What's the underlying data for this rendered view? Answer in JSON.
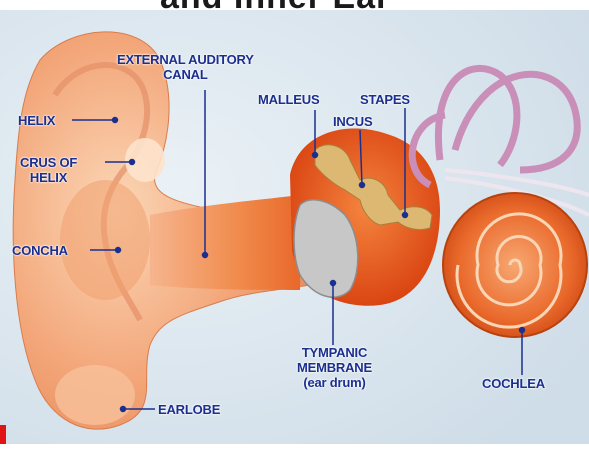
{
  "diagram": {
    "cropped_title": "and Inner Ear",
    "labels": {
      "helix": "HELIX",
      "crus_of_helix": "CRUS OF\nHELIX",
      "concha": "CONCHA",
      "earlobe": "EARLOBE",
      "external_auditory_canal": "EXTERNAL AUDITORY\nCANAL",
      "malleus": "MALLEUS",
      "stapes": "STAPES",
      "incus": "INCUS",
      "tympanic_membrane": "TYMPANIC\nMEMBRANE\n(ear drum)",
      "cochlea": "COCHLEA"
    },
    "colors": {
      "label_text": "#1b2f8f",
      "leader_line": "#1b2f8f",
      "outer_ear": "#f6b58e",
      "canal": "#f08a4b",
      "middle_ear": "#e85a1c",
      "cochlea": "#e8662a",
      "ossicles": "#d8b46a",
      "tympanic": "#bdbdbd",
      "canals_purple": "#c98fb8"
    }
  }
}
